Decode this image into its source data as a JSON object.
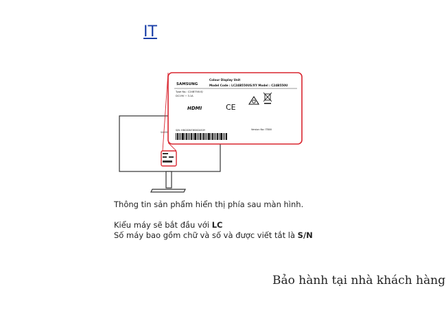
{
  "header": {
    "link_label": "IT"
  },
  "label_card": {
    "brand": "SAMSUNG",
    "product_line": "Colour Display Unit",
    "model_line": "Model Code : LC24B550US/XY  Model : C24B550U",
    "type_no": "Type No.: C24B750UQ",
    "power": "DC19V ⎓ 3.1A",
    "hdmi_mark": "HDMI",
    "ce_mark": "CE",
    "sn_line": "S/N: HBC0DN7W300453Y",
    "version_line": "Version No: ITB00"
  },
  "monitor": {
    "brand_small": "SAMSUNG"
  },
  "info": {
    "line1": "Thông tin sản phẩm hiển thị phía sau màn hình.",
    "line2_prefix": "Kiểu máy sẽ bắt đầu với ",
    "line2_bold": "LC",
    "line3_prefix": "Số máy bao gồm chữ và số và được viết tắt là ",
    "line3_bold": "S/N"
  },
  "footer": {
    "warranty_text": "Bảo hành tại nhà khách hàng"
  },
  "colors": {
    "link": "#1a3fa8",
    "highlight": "#d9252f",
    "text": "#222222"
  }
}
